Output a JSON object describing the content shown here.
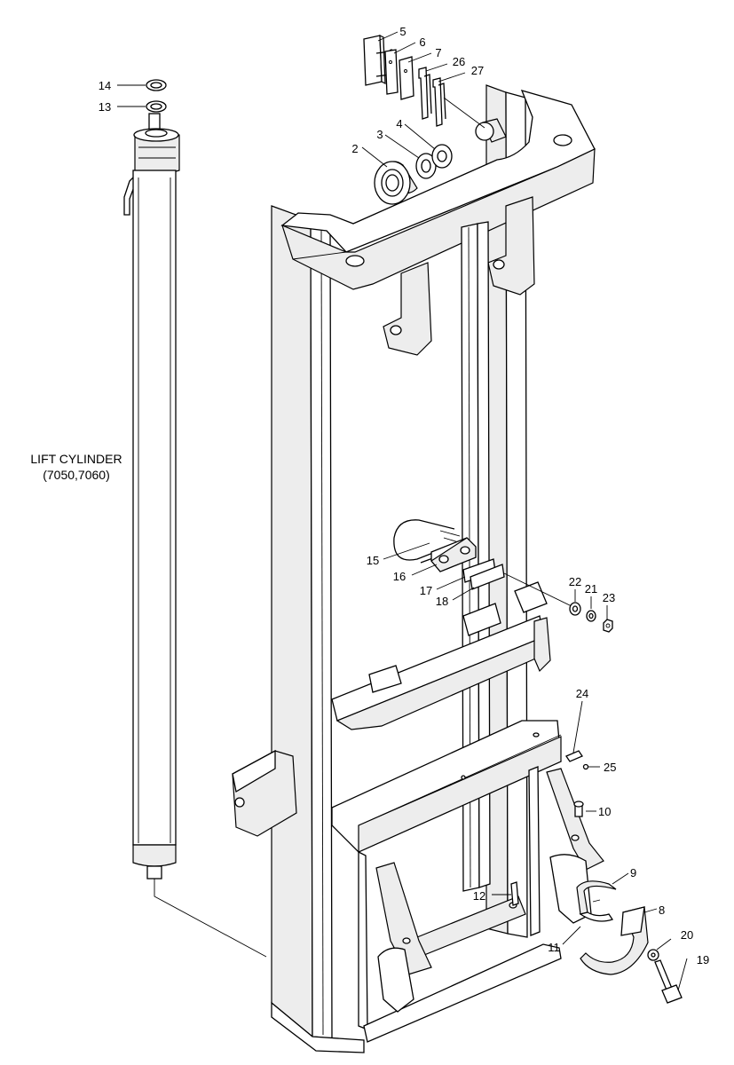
{
  "assembly": {
    "title_line1": "LIFT CYLINDER",
    "title_line2": "(7050,7060)"
  },
  "callouts": [
    "2",
    "3",
    "4",
    "5",
    "6",
    "7",
    "8",
    "9",
    "10",
    "11",
    "12",
    "13",
    "14",
    "15",
    "16",
    "17",
    "18",
    "19",
    "20",
    "21",
    "22",
    "23",
    "24",
    "25",
    "26",
    "27"
  ],
  "colors": {
    "line": "#000000",
    "background": "#ffffff",
    "shade": "#ededed"
  }
}
